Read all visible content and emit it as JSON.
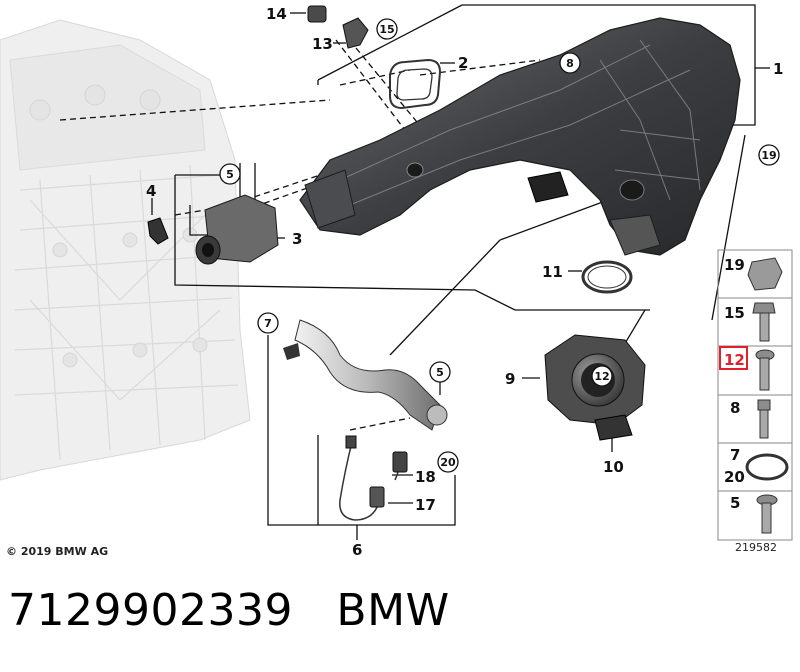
{
  "diagram": {
    "copyright": "© 2019 BMW AG",
    "image_number": "219582",
    "parts": {
      "p1": "1",
      "p2": "2",
      "p3": "3",
      "p4": "4",
      "p5a": "5",
      "p5b": "5",
      "p6": "6",
      "p7": "7",
      "p8": "8",
      "p9": "9",
      "p10": "10",
      "p11": "11",
      "p12": "12",
      "p13": "13",
      "p14": "14",
      "p15": "15",
      "p17": "17",
      "p18": "18",
      "p19": "19",
      "p20": "20"
    },
    "sidebar": {
      "items": [
        {
          "label": "19"
        },
        {
          "label": "15"
        },
        {
          "label": "12",
          "highlighted": true
        },
        {
          "label": "8"
        },
        {
          "label": "7",
          "label2": "20"
        },
        {
          "label": "5"
        }
      ]
    },
    "highlight_color": "#e0202a"
  },
  "caption": {
    "part_number": "7129902339",
    "brand": "BMW"
  }
}
